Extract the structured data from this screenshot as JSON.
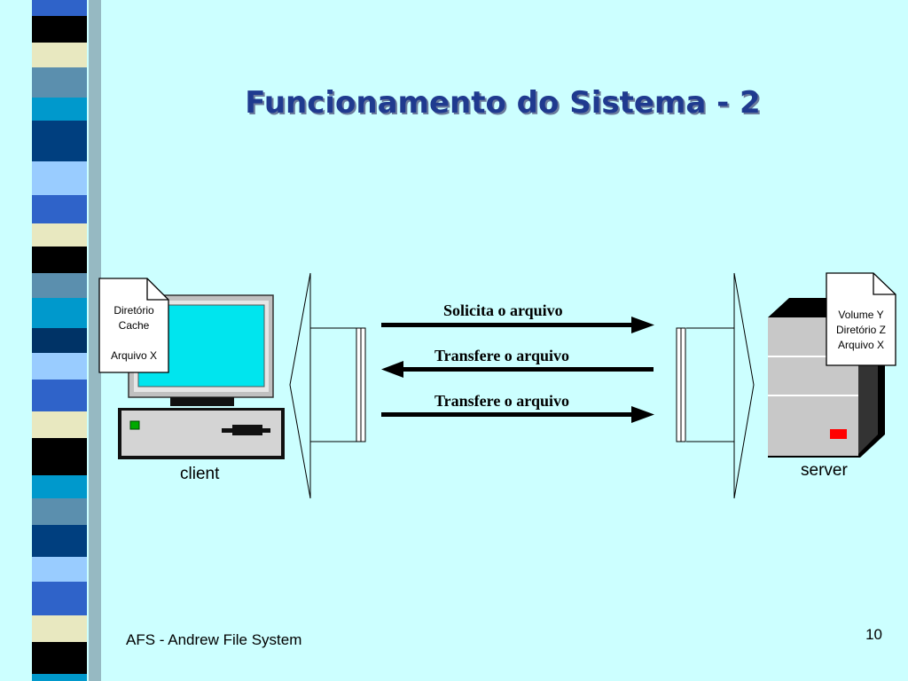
{
  "slide": {
    "title": "Funcionamento do Sistema - 2",
    "footer_left": "AFS - Andrew File System",
    "page_number": "10"
  },
  "diagram": {
    "client_label": "client",
    "server_label": "server",
    "client_doc": {
      "line1": "Diretório",
      "line2": "Cache",
      "line3": "Arquivo X"
    },
    "server_doc": {
      "line1": "Volume Y",
      "line2": "Diretório Z",
      "line3": "Arquivo X"
    },
    "arrows": [
      {
        "label": "Solicita o arquivo",
        "direction": "right"
      },
      {
        "label": "Transfere o arquivo",
        "direction": "left"
      },
      {
        "label": "Transfere o arquivo",
        "direction": "right"
      }
    ]
  },
  "colors": {
    "background": "#ccffff",
    "title": "#1f3a8f",
    "monitor_screen": "#00e5ee",
    "server_led": "#ff0000",
    "client_led": "#00aa00"
  }
}
